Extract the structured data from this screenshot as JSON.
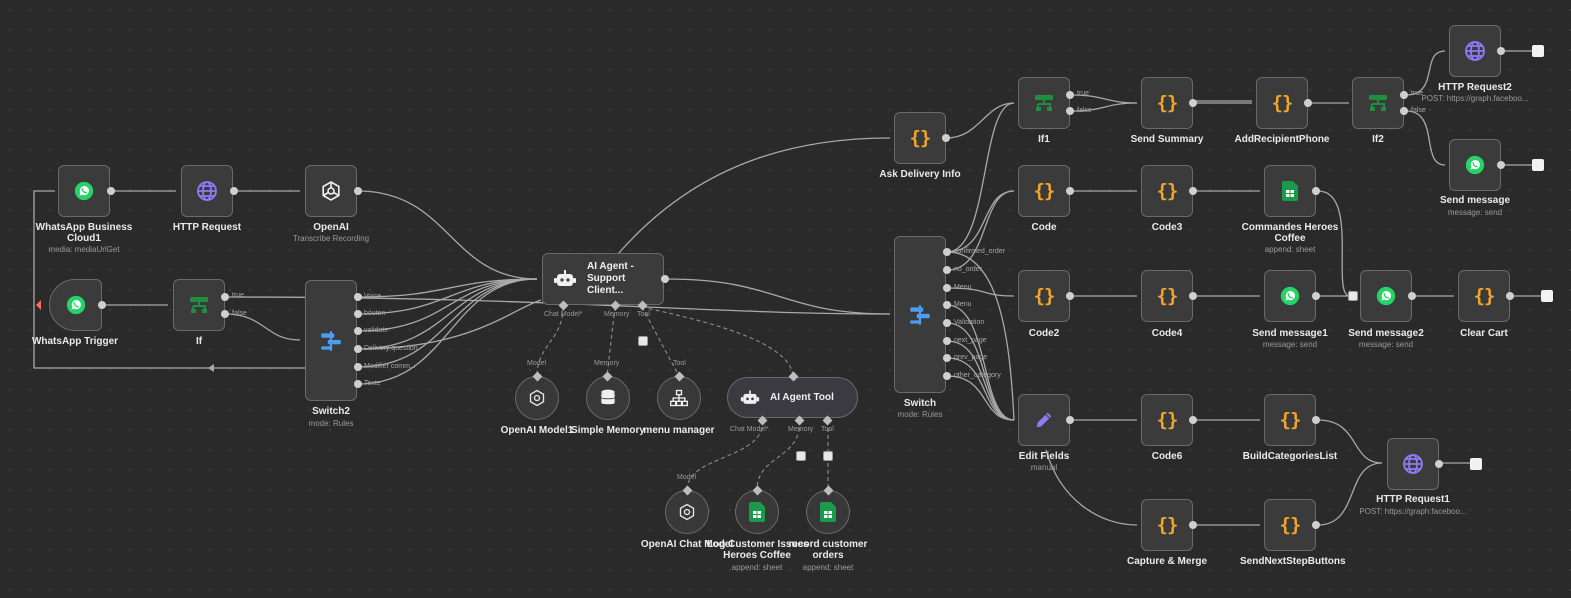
{
  "colors": {
    "canvas": "#2a2a2a",
    "node": "#3b3b3b",
    "edge": "#a9a9a9",
    "whatsapp": "#25d366",
    "code": "#f0a52b",
    "http": "#8b7cf6",
    "if": "#1f8f3f",
    "switch": "#4a9ff5",
    "sheets": "#1a9a4b"
  },
  "nodes": {
    "wa_cloud": {
      "title": "WhatsApp Business Cloud1",
      "sub": "media: mediaUrlGet",
      "icon": "whatsapp-icon"
    },
    "http_req": {
      "title": "HTTP Request",
      "icon": "globe-icon"
    },
    "openai": {
      "title": "OpenAI",
      "sub": "Transcribe Recording",
      "icon": "openai-icon"
    },
    "wa_trigger": {
      "title": "WhatsApp Trigger",
      "icon": "whatsapp-icon"
    },
    "if": {
      "title": "If",
      "icon": "if-icon",
      "ports": [
        "true",
        "false"
      ]
    },
    "switch2": {
      "title": "Switch2",
      "sub": "mode: Rules",
      "ports": [
        "Voice",
        "bouton",
        "validate",
        "Delivery question",
        "Modifier comm...",
        "Texte"
      ]
    },
    "ai_agent": {
      "title_line1": "AI Agent -",
      "title_line2": "Support Client...",
      "ports": [
        "Chat Model",
        "Memory",
        "Tool"
      ]
    },
    "openai_model1": {
      "title": "OpenAI Model1",
      "port": "Model"
    },
    "simple_memory": {
      "title": "Simple Memory",
      "port": "Memory"
    },
    "menu_manager": {
      "title": "menu manager",
      "port": "Tool"
    },
    "ai_agent_tool": {
      "title": "AI Agent Tool",
      "ports": [
        "Chat Model",
        "Memory",
        "Tool"
      ]
    },
    "openai_chat": {
      "title": "OpenAI Chat Model",
      "port": "Model"
    },
    "log_issues": {
      "title_line1": "Log Customer Issues",
      "title_line2": "Heroes Coffee",
      "sub": "append: sheet"
    },
    "record_orders": {
      "title_line1": "record customer",
      "title_line2": "orders",
      "sub": "append: sheet"
    },
    "ask_delivery": {
      "title": "Ask Delivery Info"
    },
    "switch": {
      "title": "Switch",
      "sub": "mode: Rules",
      "ports": [
        "confirmed_order",
        "no_order",
        "Menu",
        "Menu",
        "Validation",
        "next_page",
        "prev_page",
        "other_category"
      ]
    },
    "if1": {
      "title": "If1",
      "ports": [
        "true",
        "false"
      ]
    },
    "send_summary": {
      "title": "Send Summary"
    },
    "add_recipient": {
      "title": "AddRecipientPhone"
    },
    "if2": {
      "title": "If2",
      "ports": [
        "true",
        "false"
      ]
    },
    "http_req2": {
      "title": "HTTP Request2",
      "sub": "POST: https://graph.faceboo..."
    },
    "send_message": {
      "title": "Send message",
      "sub": "message: send"
    },
    "code": {
      "title": "Code"
    },
    "code3": {
      "title": "Code3"
    },
    "commandes": {
      "title_line1": "Commandes Heroes",
      "title_line2": "Coffee",
      "sub": "append: sheet"
    },
    "code2": {
      "title": "Code2"
    },
    "code4": {
      "title": "Code4"
    },
    "send_message1": {
      "title": "Send message1",
      "sub": "message: send"
    },
    "send_message2": {
      "title": "Send message2",
      "sub": "message: send"
    },
    "clear_cart": {
      "title": "Clear Cart"
    },
    "edit_fields": {
      "title": "Edit Fields",
      "sub": "manual"
    },
    "code6": {
      "title": "Code6"
    },
    "build_cats": {
      "title": "BuildCategoriesList"
    },
    "http_req1": {
      "title": "HTTP Request1",
      "sub": "POST: https://graph.faceboo..."
    },
    "capture_merge": {
      "title": "Capture & Merge"
    },
    "send_next": {
      "title": "SendNextStepButtons"
    }
  }
}
